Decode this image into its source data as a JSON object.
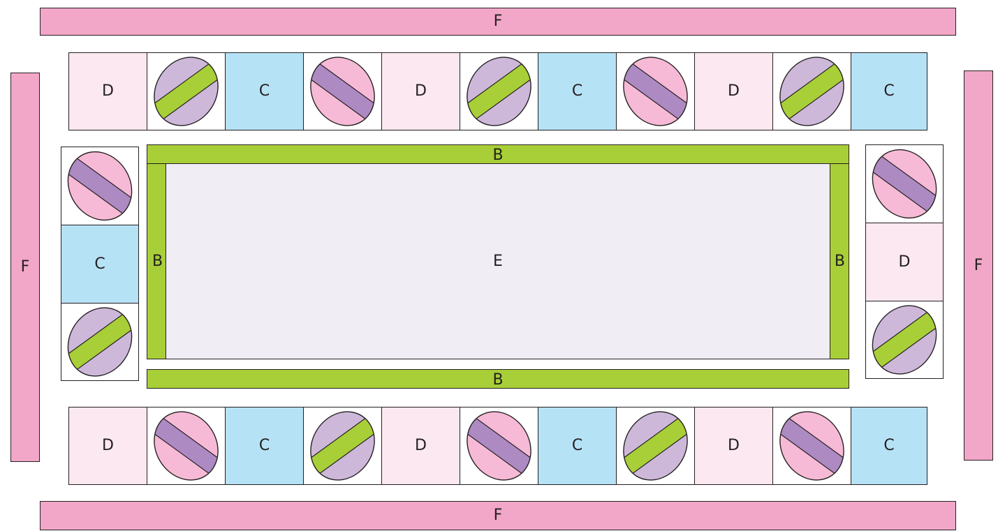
{
  "diagram": {
    "labels": {
      "border_f": "F",
      "border_b": "B",
      "center": "E",
      "square_c": "C",
      "square_d": "D"
    },
    "colors": {
      "f_pink": "#f2a7c8",
      "b_green": "#a8cf37",
      "e_lavender": "#f0edf5",
      "c_blue": "#b6e2f6",
      "d_pink": "#fce8f1",
      "egg_light_pink": "#f6bad6",
      "egg_purple": "#ae8ac3",
      "egg_light_purple": "#cdb8da",
      "egg_green": "#a8cf37",
      "outline": "#231f20"
    },
    "block_types": {
      "pink_egg": "egg with pink halves and purple stripe",
      "purple_egg": "egg with light purple halves and green stripe"
    }
  }
}
